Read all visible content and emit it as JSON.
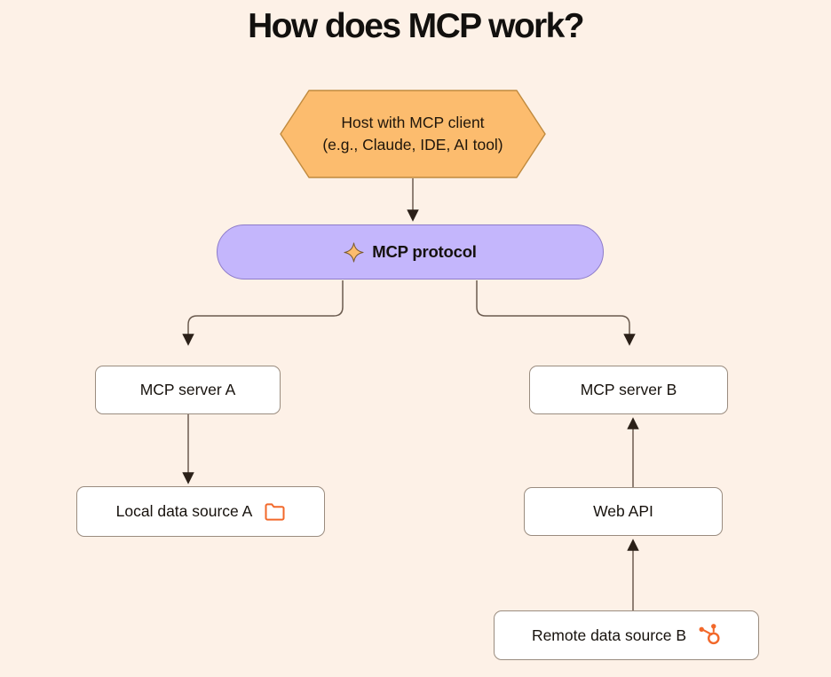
{
  "page": {
    "title": "How does MCP work?",
    "background_color": "#FDF1E7"
  },
  "colors": {
    "background": "#FDF1E7",
    "hexagon_fill": "#FCBC6E",
    "hexagon_stroke": "#C08A3E",
    "pill_fill": "#C4B6FC",
    "pill_stroke": "#8D7BC9",
    "box_fill": "#FFFFFF",
    "box_stroke": "#9A8C7F",
    "edge_stroke": "#6B5B4F",
    "icon_orange": "#F2682A",
    "sparkle_fill": "#FCBC6E",
    "text": "#17120D"
  },
  "diagram": {
    "type": "flowchart",
    "nodes": [
      {
        "id": "host",
        "shape": "hexagon",
        "label_line1": "Host with MCP client",
        "label_line2": "(e.g., Claude, IDE, AI tool)"
      },
      {
        "id": "protocol",
        "shape": "pill",
        "label": "MCP protocol",
        "icon": "sparkle-icon"
      },
      {
        "id": "server_a",
        "shape": "rounded-rect",
        "label": "MCP server A"
      },
      {
        "id": "server_b",
        "shape": "rounded-rect",
        "label": "MCP server B"
      },
      {
        "id": "local_a",
        "shape": "rounded-rect",
        "label": "Local data source A",
        "icon": "folder-icon"
      },
      {
        "id": "web_api",
        "shape": "rounded-rect",
        "label": "Web API"
      },
      {
        "id": "remote_b",
        "shape": "rounded-rect",
        "label": "Remote data source B",
        "icon": "hubspot-sprocket-icon"
      }
    ],
    "edges": [
      {
        "from": "host",
        "to": "protocol",
        "direction": "down"
      },
      {
        "from": "protocol",
        "to": "server_a",
        "direction": "down"
      },
      {
        "from": "protocol",
        "to": "server_b",
        "direction": "down"
      },
      {
        "from": "server_a",
        "to": "local_a",
        "direction": "down"
      },
      {
        "from": "web_api",
        "to": "server_b",
        "direction": "up"
      },
      {
        "from": "remote_b",
        "to": "web_api",
        "direction": "up"
      }
    ]
  }
}
